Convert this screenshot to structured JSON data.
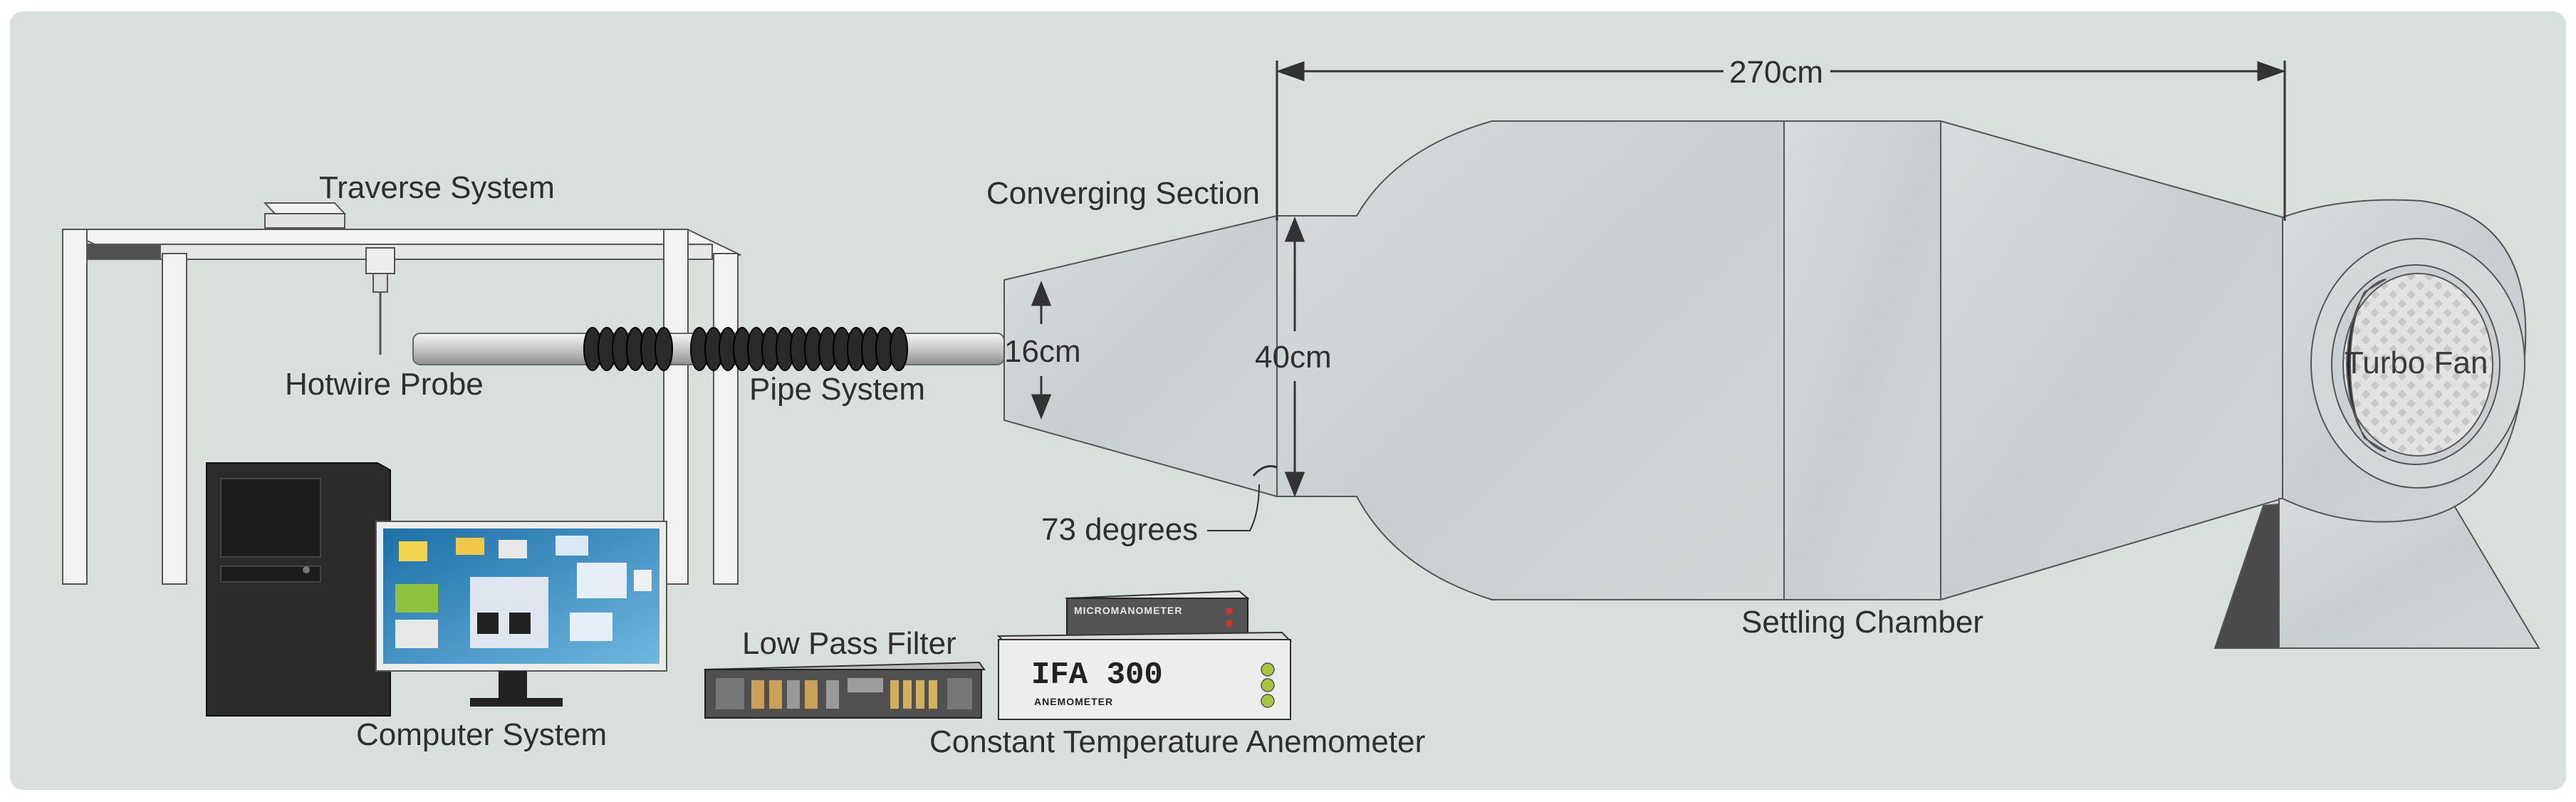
{
  "labels": {
    "traverse_system": "Traverse System",
    "hotwire_probe": "Hotwire Probe",
    "pipe_system": "Pipe System",
    "converging_section": "Converging Section",
    "computer_system": "Computer System",
    "low_pass_filter": "Low Pass Filter",
    "constant_temperature_anemometer": "Constant Temperature Anemometer",
    "settling_chamber": "Settling Chamber",
    "turbo_fan": "Turbo Fan"
  },
  "dimensions": {
    "overall_length": "270cm",
    "converging_inlet": "16cm",
    "converging_outlet": "40cm",
    "converging_angle": "73 degrees"
  },
  "instruments": {
    "micromanometer": "MICROMANOMETER",
    "ifa_title": "IFA 300",
    "ifa_sub": "ANEMOMETER"
  },
  "colors": {
    "background": "#d9dfdb",
    "metal": "#cfd3d4",
    "frame": "#f2f2f2",
    "dark_metal": "#3f3f3f"
  }
}
